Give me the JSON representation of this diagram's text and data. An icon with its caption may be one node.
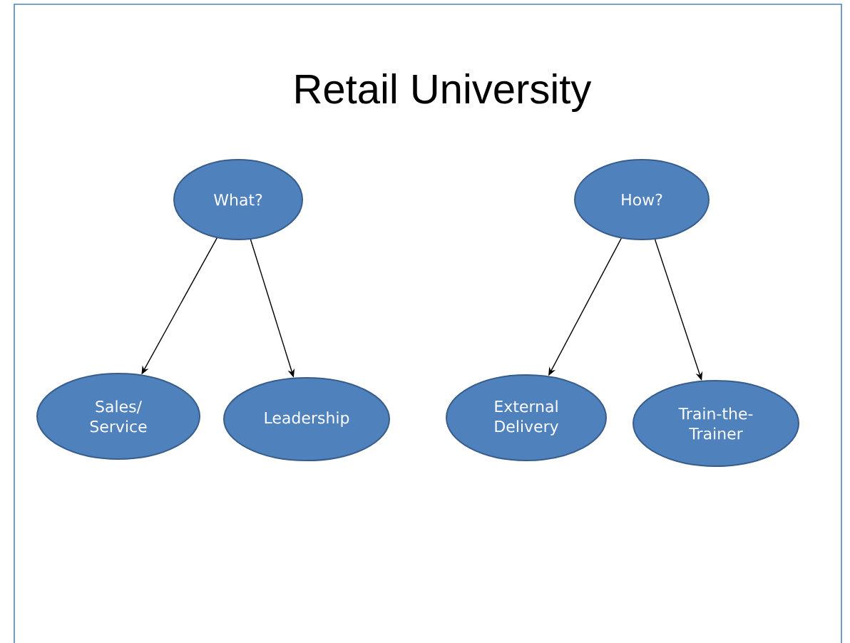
{
  "diagram": {
    "title": "Retail University",
    "nodes": [
      {
        "text": [
          "What?"
        ]
      },
      {
        "text": [
          "How?"
        ]
      },
      {
        "text": [
          "Sales/ Service"
        ]
      },
      {
        "text": [
          "Leadership"
        ]
      },
      {
        "text": [
          "External Delivery"
        ]
      },
      {
        "text": [
          "Train-the-Trainer"
        ]
      }
    ],
    "edges": [
      {
        "from": 0,
        "to": 2,
        "arrow": "to"
      },
      {
        "from": 0,
        "to": 3,
        "arrow": "to"
      },
      {
        "from": 1,
        "to": 4,
        "arrow": "to"
      },
      {
        "from": 1,
        "to": 5,
        "arrow": "to"
      }
    ]
  }
}
